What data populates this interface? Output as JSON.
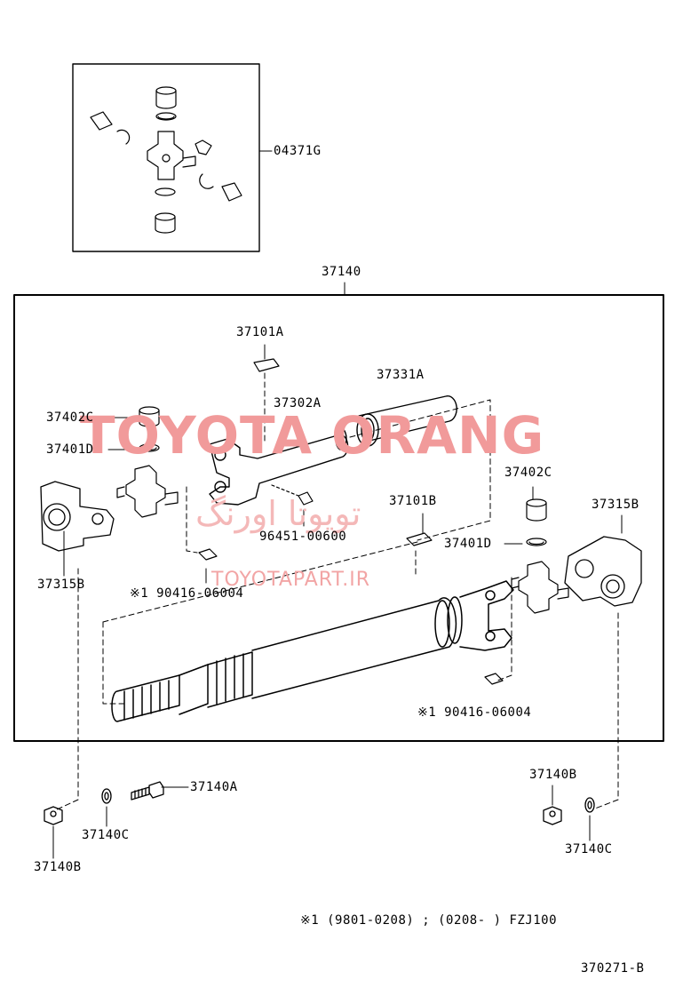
{
  "labels": {
    "ujoint_kit": "04371G",
    "assembly": "37140",
    "yoke_seal_top": "37101A",
    "sleeve_yoke": "37302A",
    "dust_cover": "37331A",
    "bearing_left": "37402C",
    "snap_ring_left": "37401D",
    "flange_left": "37315B",
    "grease_fitting": "96451-00600",
    "seal_mid": "37101B",
    "bearing_right": "37402C",
    "snap_ring_right": "37401D",
    "flange_right": "37315B",
    "nipple_left": "※1 90416-06004",
    "nipple_right": "※1 90416-06004",
    "bolt": "37140A",
    "washer_left": "37140C",
    "nut_left": "37140B",
    "nut_right": "37140B",
    "washer_right": "37140C"
  },
  "footnote": "※1 (9801-0208) ; (0208-      ) FZJ100",
  "diagram_code": "370271-B",
  "watermarks": {
    "brand": "TOYOTA ORANG",
    "persian": "تویوتا اورنگ",
    "url": "TOYOTAPART.IR"
  },
  "colors": {
    "line": "#000000",
    "watermark": "#f19a9a"
  }
}
